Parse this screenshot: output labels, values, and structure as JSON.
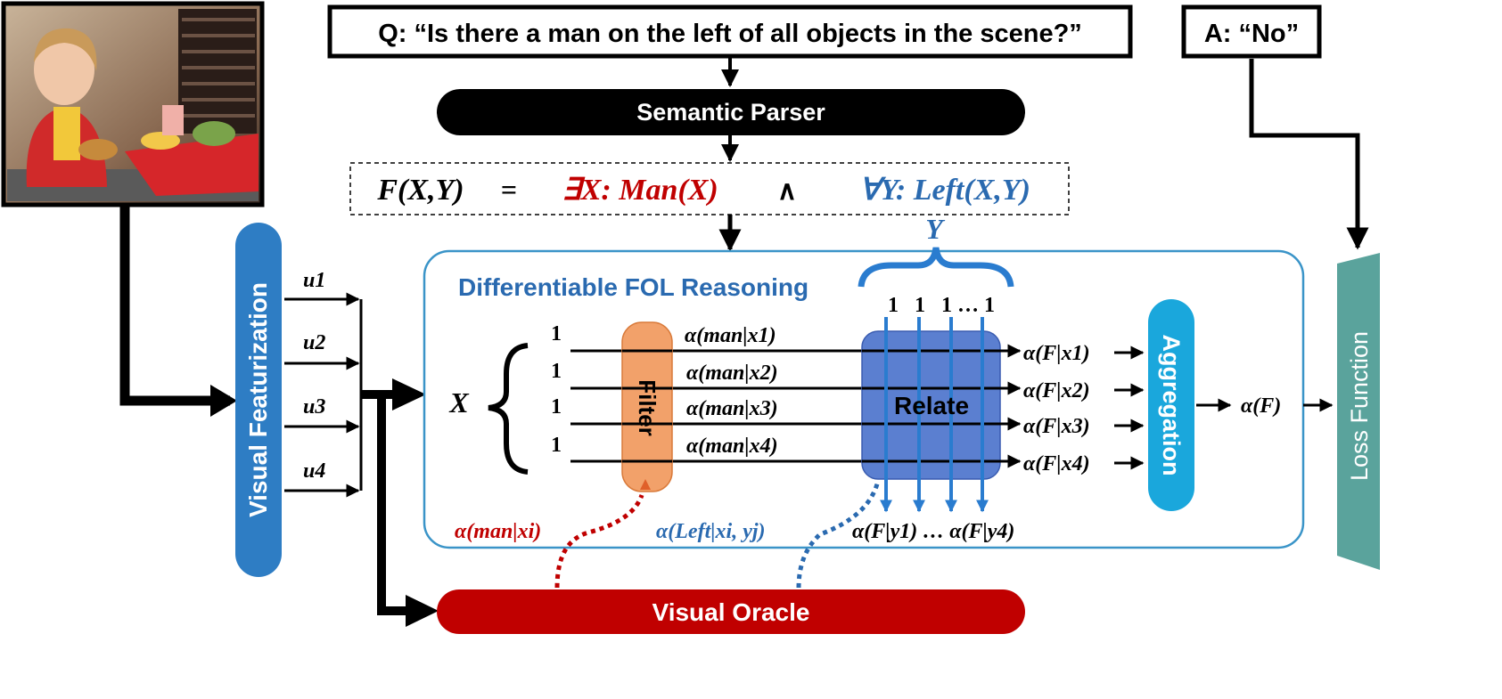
{
  "question": "Q: “Is there a man on the left of all objects in the scene?”",
  "answer": "A: “No”",
  "semantic_parser": "Semantic Parser",
  "formula": {
    "lhs": "F(X,Y)",
    "eq": "=",
    "exists": "∃X: Man(X)",
    "and": "∧",
    "forall": "∀Y: Left(X,Y)"
  },
  "visual_featurization": "Visual Featurization",
  "features": [
    "u1",
    "u2",
    "u3",
    "u4"
  ],
  "fol_title": "Differentiable FOL Reasoning",
  "y_label": "Y",
  "x_label": "X",
  "ones_top": "1   1   1 … 1",
  "ones_left": [
    "1",
    "1",
    "1",
    "1"
  ],
  "filter": "Filter",
  "relate": "Relate",
  "alpha_man": [
    "α(man|x1)",
    "α(man|x2)",
    "α(man|x3)",
    "α(man|x4)"
  ],
  "alpha_f": [
    "α(F|x1)",
    "α(F|x2)",
    "α(F|x3)",
    "α(F|x4)"
  ],
  "aggregation": "Aggregation",
  "alpha_total": "α(F)",
  "loss_function": "Loss Function",
  "alpha_man_i": "α(man|xi)",
  "alpha_left": "α(Left|xi, yj)",
  "alpha_y": "α(F|y1) … α(F|y4)",
  "visual_oracle": "Visual Oracle",
  "colors": {
    "featurization": "#2e7dc4",
    "aggregation": "#1aa7dc",
    "loss": "#5aa39c",
    "filter": "#f2a16a",
    "relate": "#5b7fd0",
    "oracle": "#c00000",
    "fol_border": "#3a94c8",
    "fol_title": "#2a6ab0",
    "red_text": "#c00000",
    "blue_text": "#2a6ab0"
  }
}
